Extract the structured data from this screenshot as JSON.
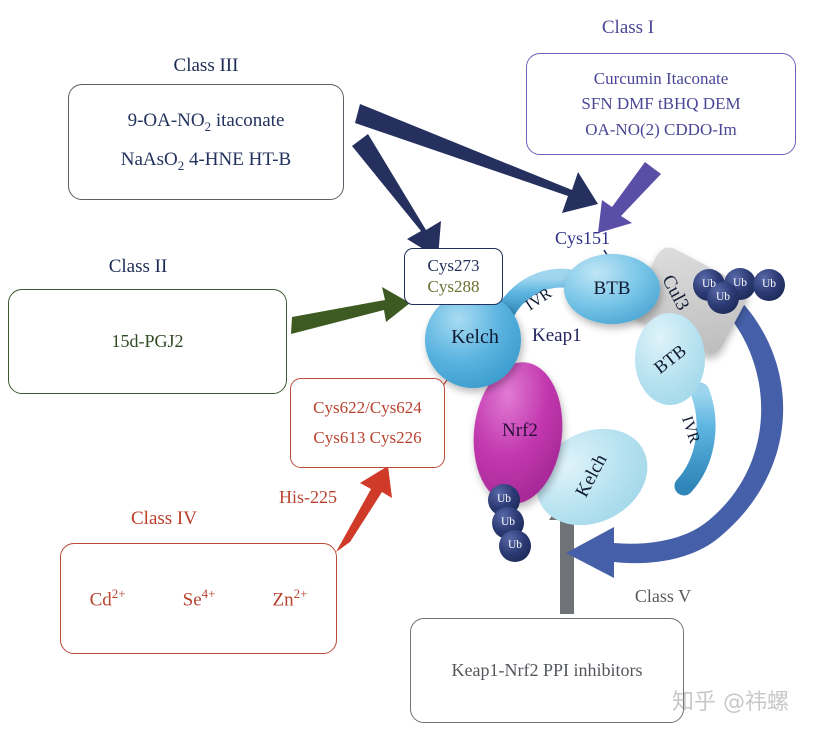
{
  "classes": {
    "class1": {
      "label": "Class I",
      "lines": [
        "Curcumin Itaconate",
        "SFN DMF tBHQ DEM",
        "OA-NO(2) CDDO-Im"
      ],
      "color": "#4b4796"
    },
    "class2": {
      "label": "Class II",
      "lines": [
        "15d-PGJ2"
      ],
      "color": "#2f4a25"
    },
    "class3": {
      "label": "Class III",
      "line1_pre": "9-OA-NO",
      "line1_sub": "2",
      "line1_post": " itaconate",
      "line2_pre": "NaAsO",
      "line2_sub": "2",
      "line2_post": " 4-HNE HT-B",
      "color": "#23325e"
    },
    "class4": {
      "label": "Class IV",
      "ions": [
        {
          "symbol": "Cd",
          "charge": "2+"
        },
        {
          "symbol": "Se",
          "charge": "4+"
        },
        {
          "symbol": "Zn",
          "charge": "2+"
        }
      ],
      "color": "#b8432f"
    },
    "class5": {
      "label": "Class V",
      "lines": [
        "Keap1-Nrf2 PPI inhibitors"
      ],
      "color": "#53575c"
    }
  },
  "residue_boxes": {
    "cys273_box": {
      "line1": "Cys273",
      "line2": "Cys288",
      "line1_color": "#21305c",
      "line2_color": "#6d7031"
    },
    "cys622_box": {
      "line1": "Cys622/Cys624",
      "line2": "Cys613 Cys226",
      "color": "#b8432f"
    }
  },
  "annotations": {
    "cys151": "Cys151",
    "his225": "His-225",
    "keap1": "Keap1"
  },
  "complex": {
    "kelch_top": "Kelch",
    "kelch_bottom": "Kelch",
    "btb_top": "BTB",
    "btb_bottom": "BTB",
    "ivr_top": "IVR",
    "ivr_bottom": "IVR",
    "cul3": "Cul3",
    "nrf2": "Nrf2",
    "ubiquitin_label": "Ub",
    "ub_top_cluster": [
      "Ub",
      "Ub",
      "Ub",
      "Ub"
    ],
    "ub_bottom_cluster": [
      "Ub",
      "Ub",
      "Ub"
    ]
  },
  "colors": {
    "navy_arrow": "#26305f",
    "purple_arrow": "#5b4ea6",
    "green_arrow": "#3c5a22",
    "red_arrow": "#cf3b28",
    "gray_arrow": "#6f7276",
    "blue_curved_arrow": "#4560a8",
    "kelch_blue": "#5cb4e0",
    "btb_blue": "#76c3e6",
    "pale_blue": "#b7e2f0",
    "nrf2_magenta": "#c238ae",
    "cul3_gray": "#c9c9c9",
    "ub_navy": "#2b3a73"
  },
  "watermark": "知乎 @祎螺"
}
